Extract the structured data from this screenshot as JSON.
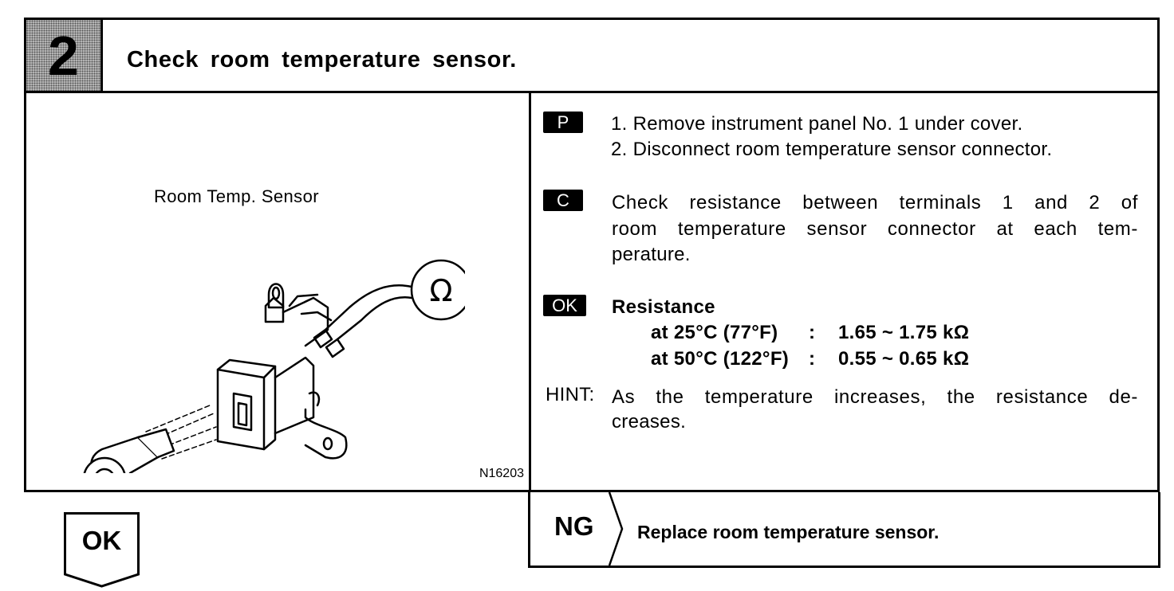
{
  "header": {
    "step_number": "2",
    "title": "Check room temperature sensor."
  },
  "figure": {
    "label": "Room Temp. Sensor",
    "code": "N16203",
    "ohm_symbol": "Ω"
  },
  "procedure": {
    "prep_tag": "P",
    "prep_steps": [
      "1.  Remove instrument panel No. 1 under cover.",
      "2.  Disconnect room temperature sensor connector."
    ],
    "check_tag": "C",
    "check_lines": [
      "Check resistance between terminals 1 and 2 of",
      "room temperature sensor connector at each tem-",
      "perature."
    ],
    "ok_tag": "OK",
    "spec_title": "Resistance",
    "spec_rows": [
      {
        "condition": "at 25°C (77°F)",
        "sep": ":",
        "value": "1.65 ~ 1.75 kΩ"
      },
      {
        "condition": "at 50°C (122°F)",
        "sep": ":",
        "value": "0.55 ~ 0.65 kΩ"
      }
    ],
    "hint_label": "HINT:",
    "hint_lines": [
      "As the temperature increases, the resistance de-",
      "creases."
    ]
  },
  "result": {
    "ok_label": "OK",
    "ng_label": "NG",
    "ng_action": "Replace room temperature sensor."
  }
}
